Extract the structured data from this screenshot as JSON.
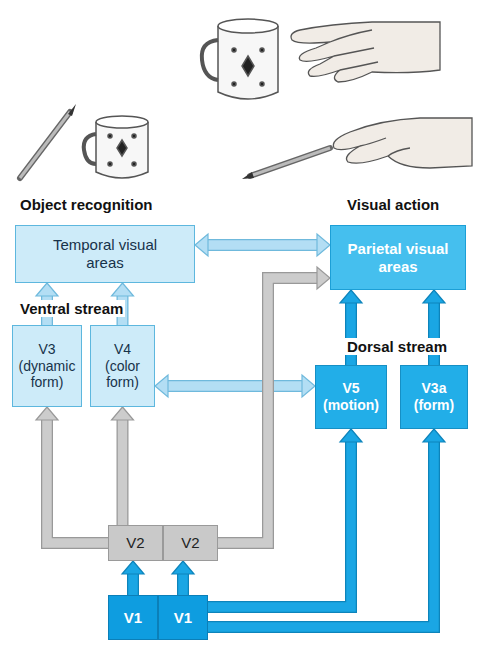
{
  "diagram": {
    "nodes": [
      {
        "text": [
          "Temporal visual areas"
        ]
      },
      {
        "text": [
          "Parietal visual areas"
        ]
      },
      {
        "text": [
          "V3 (dynamic form)"
        ]
      },
      {
        "text": [
          "V4 (color form)"
        ]
      },
      {
        "text": [
          "V5 (motion)"
        ]
      },
      {
        "text": [
          "V3a (form)"
        ]
      },
      {
        "text": [
          "V2"
        ]
      },
      {
        "text": [
          "V2"
        ]
      },
      {
        "text": [
          "V1"
        ]
      },
      {
        "text": [
          "V1"
        ]
      }
    ],
    "edges": [
      {
        "from": 0,
        "to": 1,
        "arrow": "both"
      },
      {
        "from": 2,
        "to": 0,
        "arrow": "to"
      },
      {
        "from": 3,
        "to": 0,
        "arrow": "to"
      },
      {
        "from": 3,
        "to": 4,
        "arrow": "both"
      },
      {
        "from": 4,
        "to": 1,
        "arrow": "to"
      },
      {
        "from": 5,
        "to": 1,
        "arrow": "to"
      },
      {
        "from": 6,
        "to": 2,
        "arrow": "to"
      },
      {
        "from": 6,
        "to": 3,
        "arrow": "to"
      },
      {
        "from": 7,
        "to": 1,
        "arrow": "to"
      },
      {
        "from": 8,
        "to": 6,
        "arrow": "to"
      },
      {
        "from": 9,
        "to": 7,
        "arrow": "to"
      },
      {
        "from": 9,
        "to": 4,
        "arrow": "to"
      },
      {
        "from": 9,
        "to": 5,
        "arrow": "to"
      }
    ],
    "labels": [
      "Object recognition",
      "Visual action",
      "Ventral stream",
      "Dorsal stream"
    ]
  }
}
